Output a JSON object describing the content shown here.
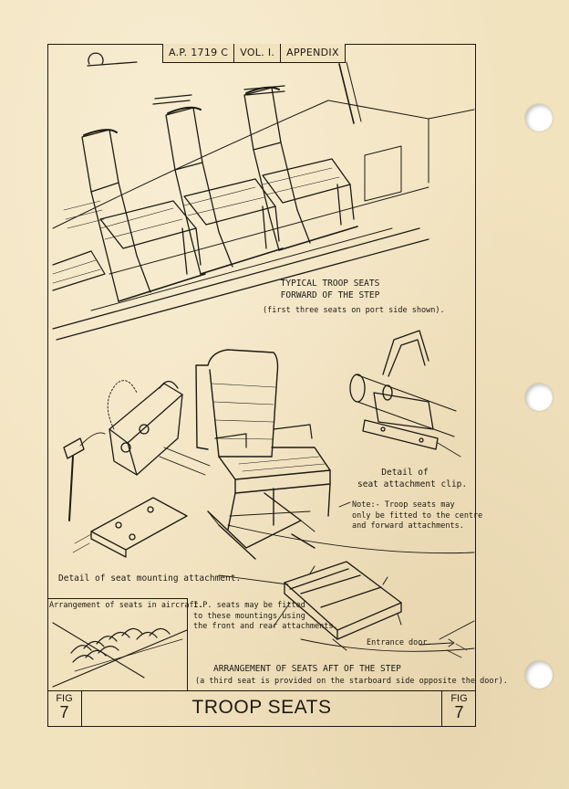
{
  "header": {
    "ref": "A.P. 1719 C",
    "vol": "VOL. I.",
    "section": "APPENDIX"
  },
  "labels": {
    "typical_1": "TYPICAL TROOP SEATS",
    "typical_2": "FORWARD OF THE STEP",
    "typical_3": "(first three seats on port side shown).",
    "clip_1": "Detail of",
    "clip_2": "seat attachment clip.",
    "note_1": "Note:- Troop seats may",
    "note_2": "only be fitted to the centre",
    "note_3": "and forward attachments.",
    "mounting": "Detail of seat mounting attachment.",
    "arrangement_inset": "Arrangement of seats in aircraft.",
    "ip_1": "I.P. seats may be fitted",
    "ip_2": "to these mountings using",
    "ip_3": "the front and rear attachments.",
    "entrance": "Entrance door.",
    "aft_1": "ARRANGEMENT OF SEATS AFT OF THE STEP",
    "aft_2": "(a third seat is provided on the starboard side opposite the door)."
  },
  "footer": {
    "fig_label": "FIG",
    "fig_number": "7",
    "title": "TROOP SEATS"
  },
  "colors": {
    "paper": "#f2e3bf",
    "ink": "#1d1a14",
    "hole": "#ffffff"
  }
}
